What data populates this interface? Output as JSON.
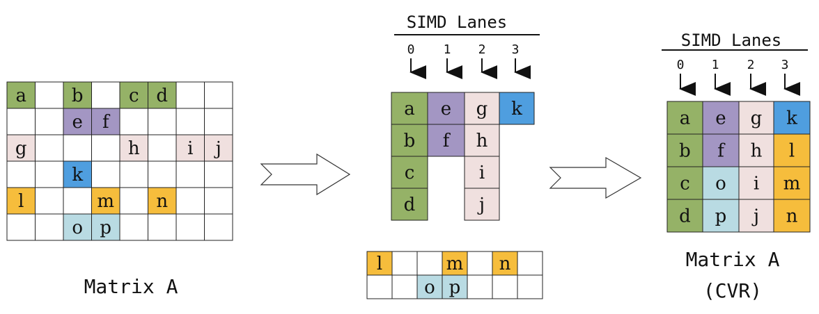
{
  "colors": {
    "green": "#95b267",
    "purple": "#a396c3",
    "pink": "#f0e0df",
    "blue": "#4f9edf",
    "orange": "#f6bd3c",
    "lightblue": "#b9dbe3",
    "white": "#ffffff",
    "line": "#222222"
  },
  "matrix_a": {
    "caption": "Matrix A",
    "rows": [
      [
        {
          "t": "a",
          "c": "green"
        },
        {
          "t": "",
          "c": "white"
        },
        {
          "t": "b",
          "c": "green"
        },
        {
          "t": "",
          "c": "white"
        },
        {
          "t": "c",
          "c": "green"
        },
        {
          "t": "d",
          "c": "green"
        },
        {
          "t": "",
          "c": "white"
        },
        {
          "t": "",
          "c": "white"
        }
      ],
      [
        {
          "t": "",
          "c": "white"
        },
        {
          "t": "",
          "c": "white"
        },
        {
          "t": "e",
          "c": "purple"
        },
        {
          "t": "f",
          "c": "purple"
        },
        {
          "t": "",
          "c": "white"
        },
        {
          "t": "",
          "c": "white"
        },
        {
          "t": "",
          "c": "white"
        },
        {
          "t": "",
          "c": "white"
        }
      ],
      [
        {
          "t": "g",
          "c": "pink"
        },
        {
          "t": "",
          "c": "white"
        },
        {
          "t": "",
          "c": "white"
        },
        {
          "t": "",
          "c": "white"
        },
        {
          "t": "h",
          "c": "pink"
        },
        {
          "t": "",
          "c": "white"
        },
        {
          "t": "i",
          "c": "pink"
        },
        {
          "t": "j",
          "c": "pink"
        }
      ],
      [
        {
          "t": "",
          "c": "white"
        },
        {
          "t": "",
          "c": "white"
        },
        {
          "t": "k",
          "c": "blue"
        },
        {
          "t": "",
          "c": "white"
        },
        {
          "t": "",
          "c": "white"
        },
        {
          "t": "",
          "c": "white"
        },
        {
          "t": "",
          "c": "white"
        },
        {
          "t": "",
          "c": "white"
        }
      ],
      [
        {
          "t": "l",
          "c": "orange"
        },
        {
          "t": "",
          "c": "white"
        },
        {
          "t": "",
          "c": "white"
        },
        {
          "t": "m",
          "c": "orange"
        },
        {
          "t": "",
          "c": "white"
        },
        {
          "t": "n",
          "c": "orange"
        },
        {
          "t": "",
          "c": "white"
        },
        {
          "t": "",
          "c": "white"
        }
      ],
      [
        {
          "t": "",
          "c": "white"
        },
        {
          "t": "",
          "c": "white"
        },
        {
          "t": "o",
          "c": "lightblue"
        },
        {
          "t": "p",
          "c": "lightblue"
        },
        {
          "t": "",
          "c": "white"
        },
        {
          "t": "",
          "c": "white"
        },
        {
          "t": "",
          "c": "white"
        },
        {
          "t": "",
          "c": "white"
        }
      ]
    ]
  },
  "middle": {
    "header": "SIMD Lanes",
    "lanes": [
      "0",
      "1",
      "2",
      "3"
    ],
    "columns": [
      {
        "color": "green",
        "items": [
          "a",
          "b",
          "c",
          "d"
        ]
      },
      {
        "color": "purple",
        "items": [
          "e",
          "f"
        ]
      },
      {
        "color": "pink",
        "items": [
          "g",
          "h",
          "i",
          "j"
        ]
      },
      {
        "color": "blue",
        "items": [
          "k"
        ]
      }
    ],
    "remainder": [
      [
        {
          "t": "l",
          "c": "orange"
        },
        {
          "t": "",
          "c": "white"
        },
        {
          "t": "",
          "c": "white"
        },
        {
          "t": "m",
          "c": "orange"
        },
        {
          "t": "",
          "c": "white"
        },
        {
          "t": "n",
          "c": "orange"
        },
        {
          "t": "",
          "c": "white"
        }
      ],
      [
        {
          "t": "",
          "c": "white"
        },
        {
          "t": "",
          "c": "white"
        },
        {
          "t": "o",
          "c": "lightblue"
        },
        {
          "t": "p",
          "c": "lightblue"
        },
        {
          "t": "",
          "c": "white"
        },
        {
          "t": "",
          "c": "white"
        },
        {
          "t": "",
          "c": "white"
        }
      ]
    ]
  },
  "right": {
    "header": "SIMD Lanes",
    "lanes": [
      "0",
      "1",
      "2",
      "3"
    ],
    "cells": [
      [
        {
          "t": "a",
          "c": "green"
        },
        {
          "t": "e",
          "c": "purple"
        },
        {
          "t": "g",
          "c": "pink"
        },
        {
          "t": "k",
          "c": "blue"
        }
      ],
      [
        {
          "t": "b",
          "c": "green"
        },
        {
          "t": "f",
          "c": "purple"
        },
        {
          "t": "h",
          "c": "pink"
        },
        {
          "t": "l",
          "c": "orange"
        }
      ],
      [
        {
          "t": "c",
          "c": "green"
        },
        {
          "t": "o",
          "c": "lightblue"
        },
        {
          "t": "i",
          "c": "pink"
        },
        {
          "t": "m",
          "c": "orange"
        }
      ],
      [
        {
          "t": "d",
          "c": "green"
        },
        {
          "t": "p",
          "c": "lightblue"
        },
        {
          "t": "j",
          "c": "pink"
        },
        {
          "t": "n",
          "c": "orange"
        }
      ]
    ],
    "caption_line1": "Matrix A",
    "caption_line2": "(CVR)"
  }
}
